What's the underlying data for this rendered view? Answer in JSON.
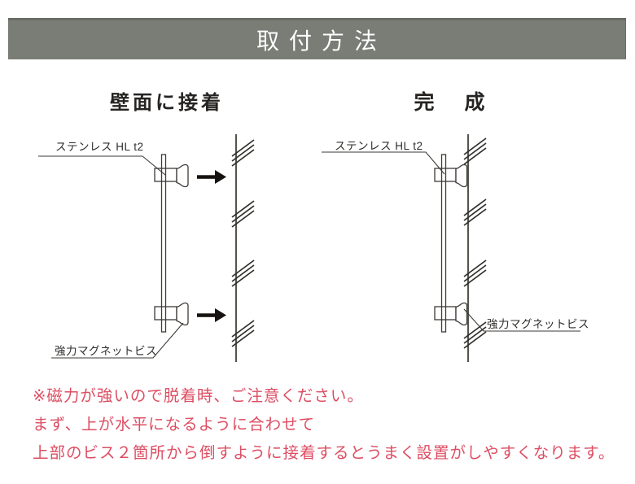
{
  "header": {
    "title": "取付方法",
    "bg_color": "#797d75",
    "text_color": "#ffffff"
  },
  "diagrams": {
    "left": {
      "title": "壁面に接着",
      "labels": {
        "part_top": "ステンレス HL t2",
        "part_bottom": "強力マグネットビス"
      },
      "icons": [
        "right-arrow-icon",
        "right-arrow-icon"
      ]
    },
    "right": {
      "title": "完　成",
      "labels": {
        "part_top": "ステンレス HL t2",
        "part_bottom": "強力マグネットビス"
      }
    }
  },
  "notes": {
    "text_color": "#dd4e63",
    "lines": [
      "※磁力が強いので脱着時、ご注意ください。",
      "まず、上が水平になるように合わせて",
      "上部のビス２箇所から倒すように接着するとうまく設置がしやすくなります。"
    ]
  }
}
